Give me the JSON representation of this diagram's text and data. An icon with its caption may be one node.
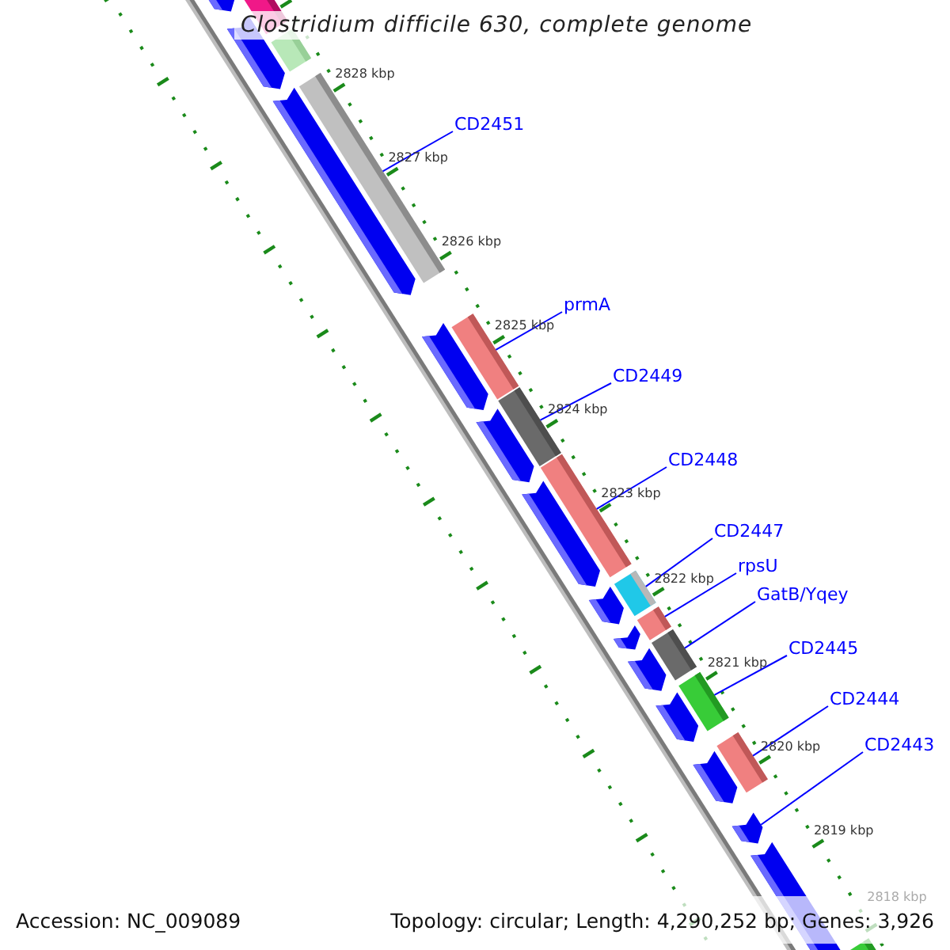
{
  "diagram": {
    "title": "Clostridium difficile 630, complete genome",
    "nodes": [
      {
        "text": [
          "CD2451"
        ]
      },
      {
        "text": [],
        "shape": "bar"
      },
      {
        "text": [
          "prmA"
        ]
      },
      {
        "text": [],
        "shape": "bar"
      },
      {
        "text": [
          "CD2449"
        ]
      },
      {
        "text": [],
        "shape": "bar"
      },
      {
        "text": [
          "CD2448"
        ]
      },
      {
        "text": [],
        "shape": "bar"
      },
      {
        "text": [
          "CD2447"
        ]
      },
      {
        "text": [],
        "shape": "bar"
      },
      {
        "text": [
          "rpsU"
        ]
      },
      {
        "text": [],
        "shape": "bar"
      },
      {
        "text": [
          "GatB/Yqey"
        ]
      },
      {
        "text": [],
        "shape": "bar"
      },
      {
        "text": [
          "CD2445"
        ]
      },
      {
        "text": [],
        "shape": "bar"
      },
      {
        "text": [
          "CD2444"
        ]
      },
      {
        "text": [],
        "shape": "bar"
      },
      {
        "text": [
          "CD2443"
        ]
      },
      {
        "text": [],
        "shape": "arrow"
      }
    ],
    "edges": [
      {
        "from": 0,
        "to": 1,
        "arrow": "none"
      },
      {
        "from": 2,
        "to": 3,
        "arrow": "none"
      },
      {
        "from": 4,
        "to": 5,
        "arrow": "none"
      },
      {
        "from": 6,
        "to": 7,
        "arrow": "none"
      },
      {
        "from": 8,
        "to": 9,
        "arrow": "none"
      },
      {
        "from": 10,
        "to": 11,
        "arrow": "none"
      },
      {
        "from": 12,
        "to": 13,
        "arrow": "none"
      },
      {
        "from": 14,
        "to": 15,
        "arrow": "none"
      },
      {
        "from": 16,
        "to": 17,
        "arrow": "none"
      },
      {
        "from": 18,
        "to": 19,
        "arrow": "none"
      }
    ],
    "labels": [
      "2828 kbp",
      "2827 kbp",
      "2826 kbp",
      "2825 kbp",
      "2824 kbp",
      "2823 kbp",
      "2822 kbp",
      "2821 kbp",
      "2820 kbp",
      "2819 kbp",
      "2818 kbp",
      "Accession: NC_009089",
      "Topology: circular; Length: 4,290,252 bp; Genes: 3,926"
    ]
  }
}
